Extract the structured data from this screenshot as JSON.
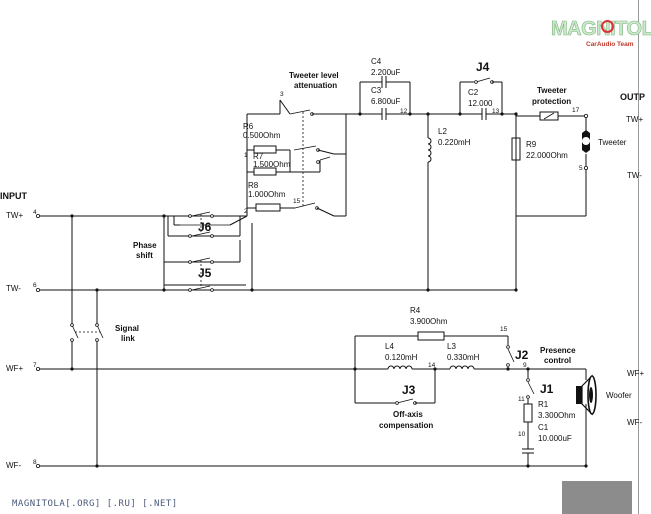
{
  "logo": {
    "main": "MAGNITOLA",
    "sub": "CarAudio Team"
  },
  "footer": "MAGNITOLA[.ORG] [.RU] [.NET]",
  "headers": {
    "input": "INPUT",
    "output": "OUTP"
  },
  "inputs": {
    "tw_plus": "TW+",
    "tw_minus": "TW-",
    "wf_plus": "WF+",
    "wf_minus": "WF-"
  },
  "outputs": {
    "tw_plus": "TW+",
    "tw_minus": "TW-",
    "wf_plus": "WF+",
    "wf_minus": "WF-"
  },
  "pins": {
    "p1": "1",
    "p2": "2",
    "p3": "3",
    "p4": "4",
    "p5": "5",
    "p6": "6",
    "p7": "7",
    "p8": "8",
    "p9": "9",
    "p10": "10",
    "p11": "11",
    "p12": "12",
    "p13": "13",
    "p14": "14",
    "p15a": "15",
    "p15b": "15",
    "p17": "17"
  },
  "jumpers": {
    "j1": "J1",
    "j2": "J2",
    "j3": "J3",
    "j4": "J4",
    "j5": "J5",
    "j6": "J6"
  },
  "labels": {
    "tweeter_level_1": "Tweeter level",
    "tweeter_level_2": "attenuation",
    "tweeter_protection_1": "Tweeter",
    "tweeter_protection_2": "protection",
    "phase_shift_1": "Phase",
    "phase_shift_2": "shift",
    "signal_link_1": "Signal",
    "signal_link_2": "link",
    "presence_control_1": "Presence",
    "presence_control_2": "control",
    "offaxis_1": "Off-axis",
    "offaxis_2": "compensation",
    "tweeter": "Tweeter",
    "woofer": "Woofer"
  },
  "components": {
    "r6": {
      "name": "R6",
      "value": "0.500Ohm"
    },
    "r7": {
      "name": "R7",
      "value": "1.500Ohm"
    },
    "r8": {
      "name": "R8",
      "value": "1.000Ohm"
    },
    "c4": {
      "name": "C4",
      "value": "2.200uF"
    },
    "c3": {
      "name": "C3",
      "value": "6.800uF"
    },
    "c2": {
      "name": "C2",
      "value": "12.000"
    },
    "l2": {
      "name": "L2",
      "value": "0.220mH"
    },
    "r9": {
      "name": "R9",
      "value": "22.000Ohm"
    },
    "r4": {
      "name": "R4",
      "value": "3.900Ohm"
    },
    "l4": {
      "name": "L4",
      "value": "0.120mH"
    },
    "l3": {
      "name": "L3",
      "value": "0.330mH"
    },
    "r1": {
      "name": "R1",
      "value": "3.300Ohm"
    },
    "c1": {
      "name": "C1",
      "value": "10.000uF"
    }
  }
}
